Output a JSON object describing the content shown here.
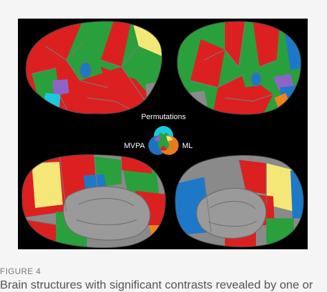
{
  "figure": {
    "legend_title": "Permutations",
    "legend_left_label": "MVPA",
    "legend_right_label": "ML",
    "label": "FIGURE 4",
    "caption": "Brain structures with significant contrasts revealed by one or"
  },
  "colors": {
    "background": "#000000",
    "cortex_gray": "#8a8a8a",
    "mvpa_blue": "#1e78c8",
    "ml_orange": "#f0821e",
    "permutation_cyan": "#1ec8dc",
    "mvpa_ml_red": "#dc2020",
    "all_green": "#2aa03c",
    "perm_ml_yellow": "#f5e678",
    "mvpa_perm_purple": "#8c64c8"
  }
}
